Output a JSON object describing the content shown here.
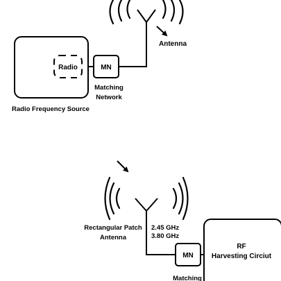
{
  "transmitter": {
    "radio_label": "Radio",
    "mn_label": "MN",
    "matching_network_lines": [
      "Matching",
      "Network"
    ],
    "antenna_label": "Antenna",
    "source_label": "Radio Frequency Source"
  },
  "receiver": {
    "antenna_label_lines": [
      "Rectangular Patch",
      "Antenna"
    ],
    "frequencies": [
      "2.45 GHz",
      "3.80 GHz"
    ],
    "mn_label": "MN",
    "harvester_lines": [
      "RF",
      "Harvesting Circiut"
    ],
    "matching_label_partial": "Matching"
  }
}
